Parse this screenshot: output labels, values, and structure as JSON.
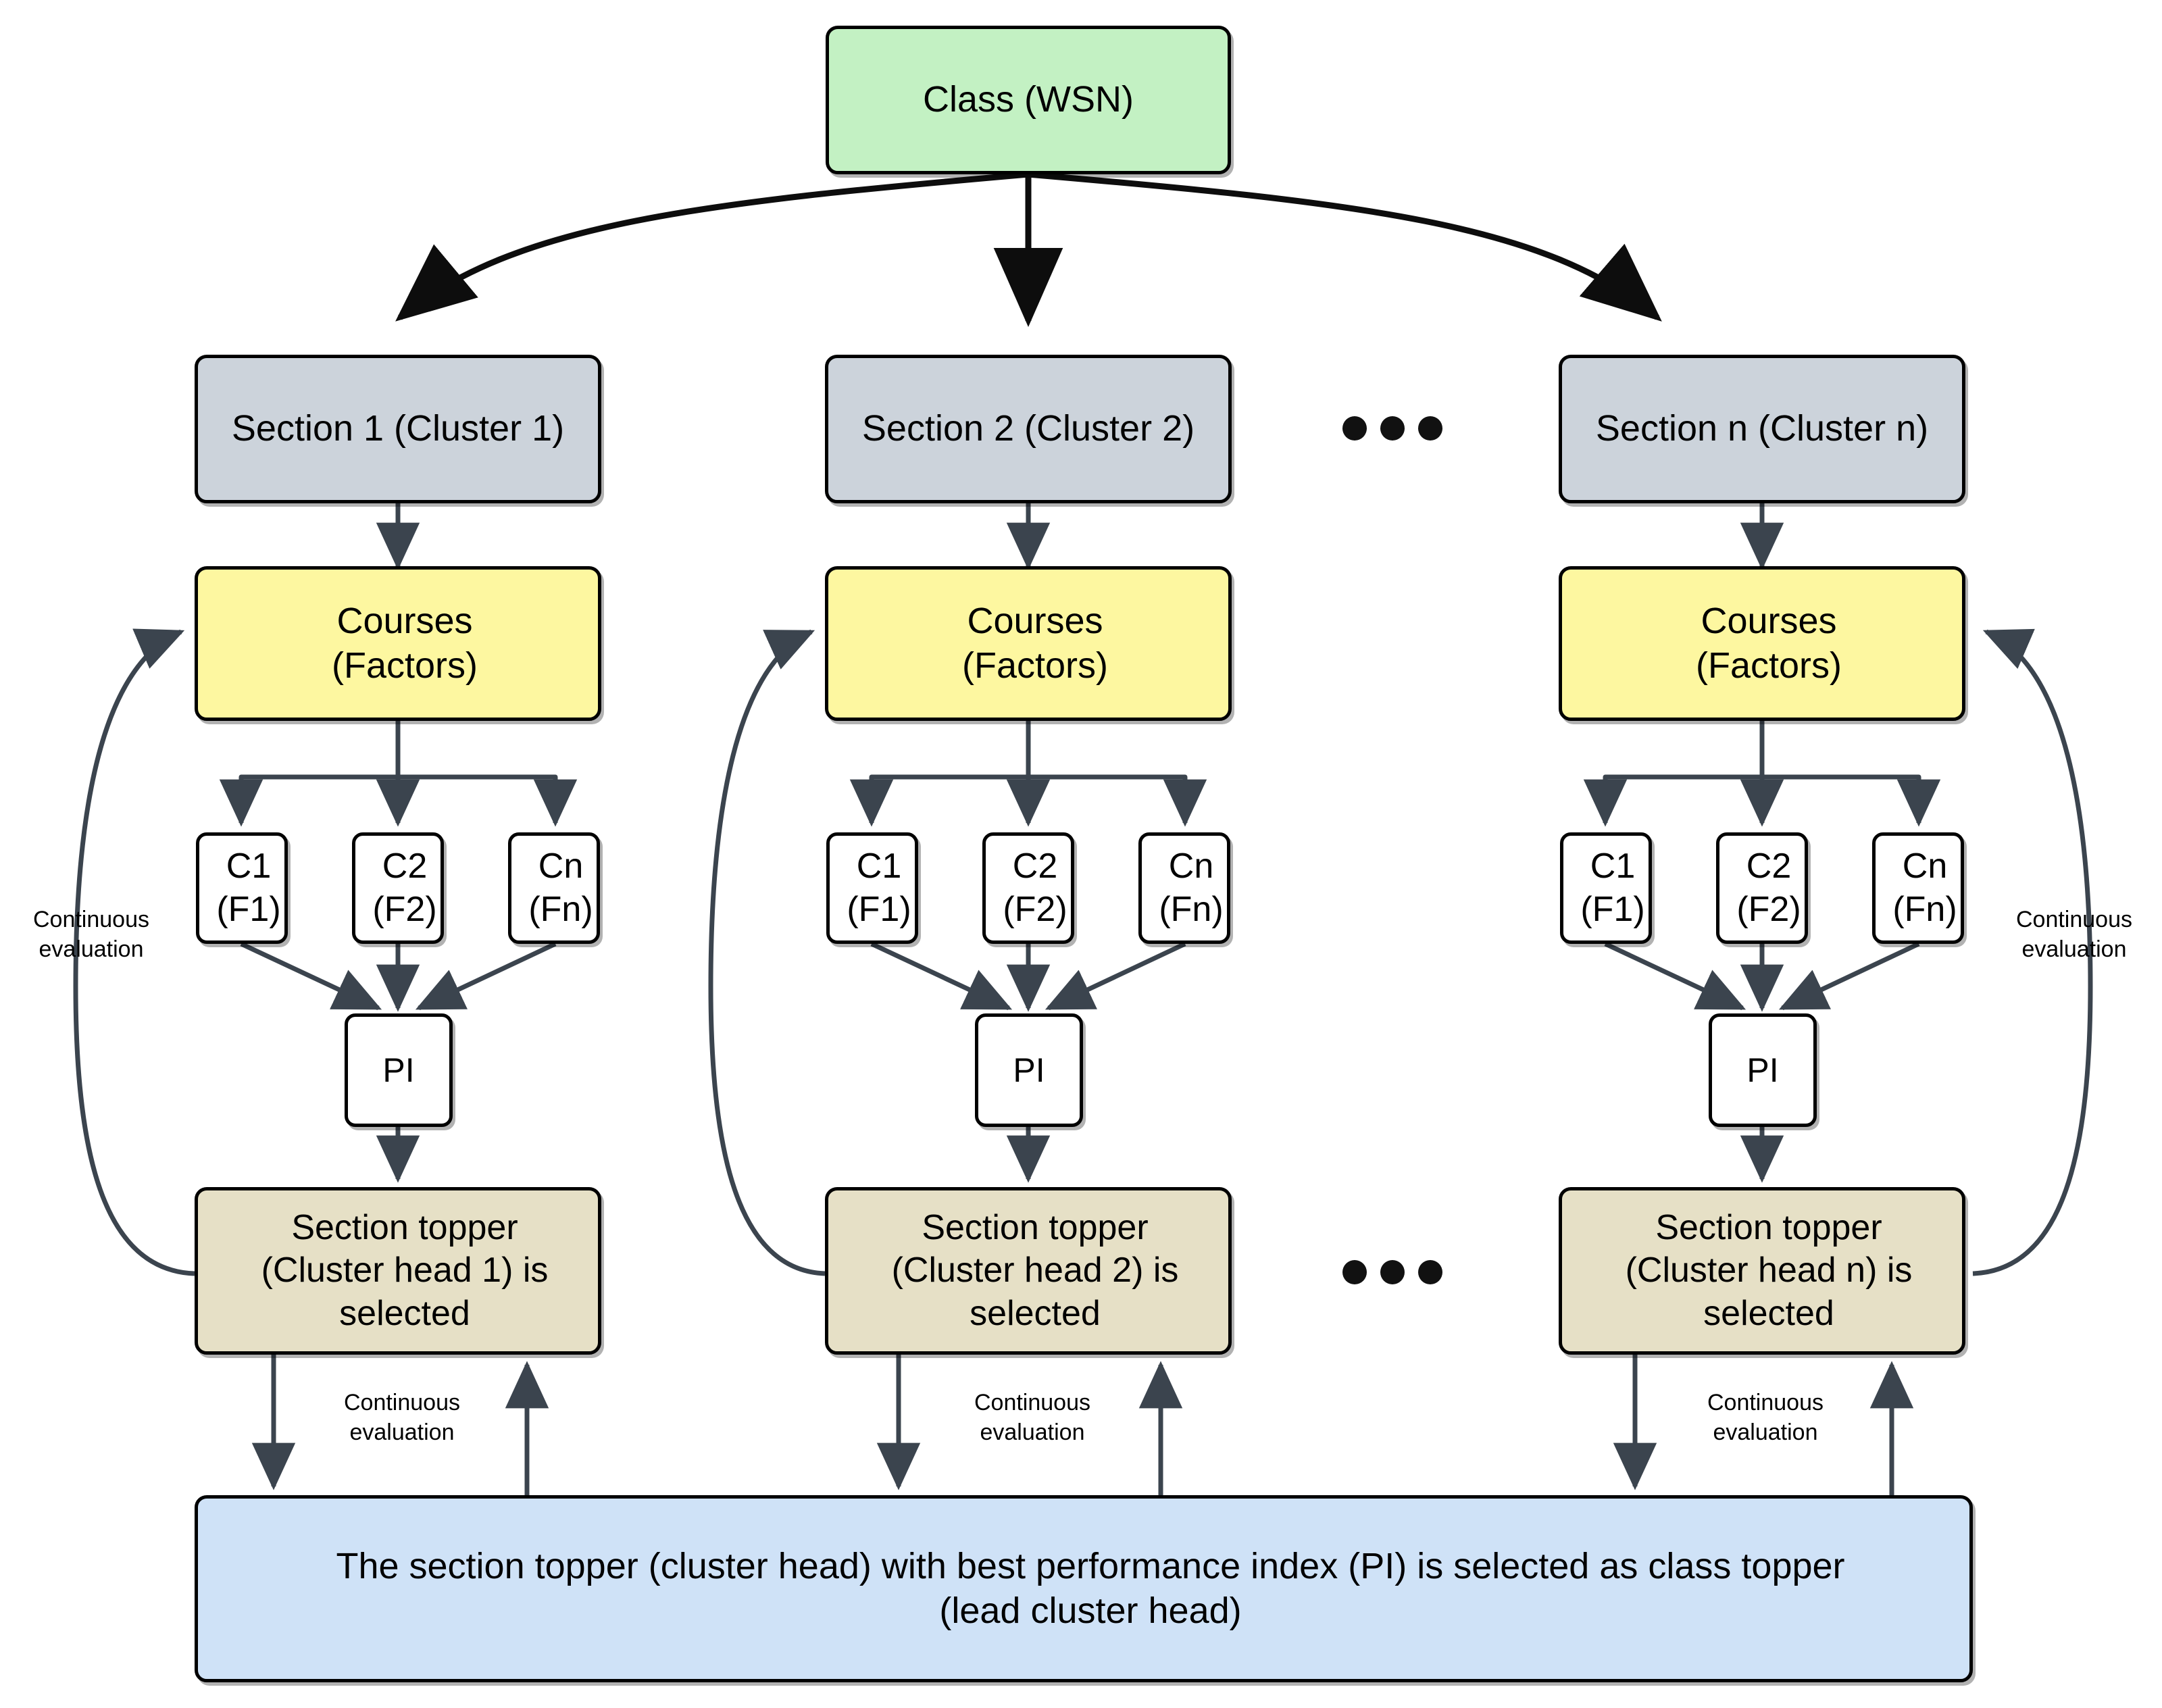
{
  "diagram": {
    "title": "WSN cluster head selection analogy",
    "colors": {
      "class_fill": "#c3f1c3",
      "section_fill": "#ccd3db",
      "courses_fill": "#fdf7a0",
      "factor_fill": "#ffffff",
      "pi_fill": "#ffffff",
      "topper_fill": "#e6e0c6",
      "final_fill": "#cfe2f7",
      "stroke": "#000000",
      "edge": "#3b444e"
    },
    "root": {
      "label": "Class (WSN)"
    },
    "columns": [
      {
        "section": "Section 1 (Cluster 1)",
        "courses_line1": "Courses",
        "courses_line2": "(Factors)",
        "factors": [
          {
            "line1": "C1",
            "line2": "(F1)"
          },
          {
            "line1": "C2",
            "line2": "(F2)"
          },
          {
            "line1": "Cn",
            "line2": "(Fn)"
          }
        ],
        "pi": "PI",
        "topper_line1": "Section topper",
        "topper_line2": "(Cluster head 1) is",
        "topper_line3": "selected",
        "feedback_label_line1": "Continuous",
        "feedback_label_line2": "evaluation",
        "bottom_label_line1": "Continuous",
        "bottom_label_line2": "evaluation"
      },
      {
        "section": "Section 2 (Cluster 2)",
        "courses_line1": "Courses",
        "courses_line2": "(Factors)",
        "factors": [
          {
            "line1": "C1",
            "line2": "(F1)"
          },
          {
            "line1": "C2",
            "line2": "(F2)"
          },
          {
            "line1": "Cn",
            "line2": "(Fn)"
          }
        ],
        "pi": "PI",
        "topper_line1": "Section topper",
        "topper_line2": "(Cluster head 2) is",
        "topper_line3": "selected",
        "feedback_label_line1": "",
        "feedback_label_line2": "",
        "bottom_label_line1": "Continuous",
        "bottom_label_line2": "evaluation"
      },
      {
        "section": "Section n (Cluster n)",
        "courses_line1": "Courses",
        "courses_line2": "(Factors)",
        "factors": [
          {
            "line1": "C1",
            "line2": "(F1)"
          },
          {
            "line1": "C2",
            "line2": "(F2)"
          },
          {
            "line1": "Cn",
            "line2": "(Fn)"
          }
        ],
        "pi": "PI",
        "topper_line1": "Section topper",
        "topper_line2": "(Cluster head n) is",
        "topper_line3": "selected",
        "feedback_label_line1": "Continuous",
        "feedback_label_line2": "evaluation",
        "bottom_label_line1": "Continuous",
        "bottom_label_line2": "evaluation"
      }
    ],
    "ellipsis_top": "•••",
    "ellipsis_bottom": "•••",
    "final_line1": "The section topper (cluster head) with best performance index (PI) is selected as class topper",
    "final_line2": "(lead cluster head)"
  }
}
